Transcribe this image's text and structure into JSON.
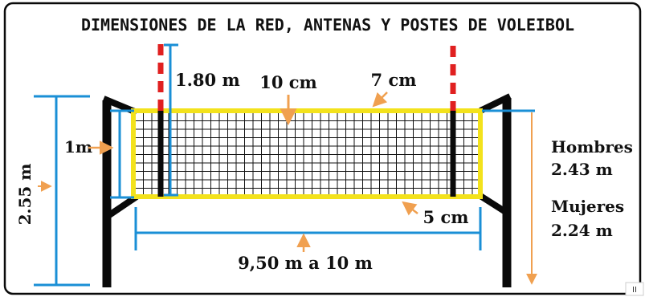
{
  "title": "DIMENSIONES DE LA RED, ANTENAS Y POSTES DE VOLEIBOL",
  "labels": {
    "antenna_height": "1.80 m",
    "top_band": "10 cm",
    "band_width": "7 cm",
    "net_height": "1m",
    "post_height": "2.55 m",
    "bottom_band": "5 cm",
    "net_length": "9,50 m a 10 m",
    "men_label": "Hombres",
    "men_height": "2.43 m",
    "women_label": "Mujeres",
    "women_height": "2.24 m",
    "corner_mark": "II"
  },
  "colors": {
    "frame": "#0a0a0a",
    "measure": "#1a8fd6",
    "band": "#f3e21c",
    "antenna_red": "#e02020",
    "arrow": "#f0a050",
    "net": "#111111"
  },
  "icons": {
    "indicator": "arrow-icon"
  }
}
